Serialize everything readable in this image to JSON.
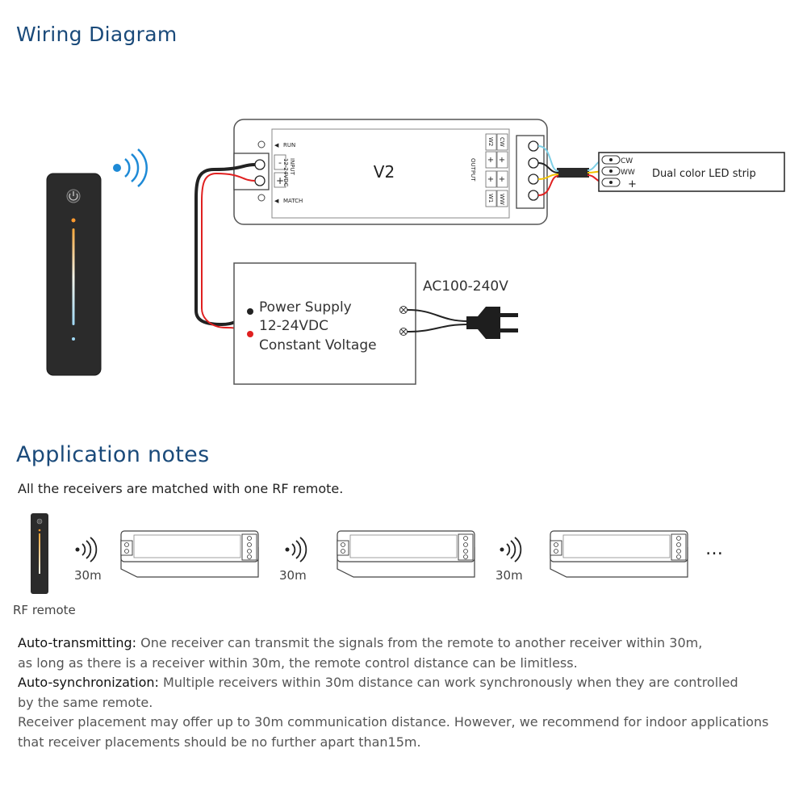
{
  "titles": {
    "wiring": "Wiring Diagram",
    "application": "Application notes"
  },
  "controller": {
    "model": "V2",
    "run": "RUN",
    "match": "MATCH",
    "input": "INPUT",
    "input_voltage": "12-24VDC",
    "minus": "-",
    "plus": "+",
    "output": "OUTPUT",
    "w2": "W2",
    "w1": "W1",
    "cw": "CW",
    "ww": "WW"
  },
  "led_strip": {
    "label": "Dual color LED strip",
    "cw": "CW",
    "ww": "WW",
    "plus": "+"
  },
  "power_supply": {
    "line1": "Power Supply",
    "line2": "12-24VDC",
    "line3": "Constant Voltage",
    "ac": "AC100-240V"
  },
  "application": {
    "matched": "All the receivers are matched with one RF remote.",
    "distance": "30m",
    "ellipsis": "…",
    "rf_remote": "RF remote"
  },
  "notes": {
    "auto_tx_lead": "Auto-transmitting:",
    "auto_tx_text": " One receiver can transmit the signals from the remote to another receiver within 30m,",
    "auto_tx_line2": "as long as there is a receiver within 30m, the remote control distance can be limitless.",
    "auto_sync_lead": "Auto-synchronization:",
    "auto_sync_text": " Multiple receivers within 30m distance can work synchronously when they are controlled",
    "auto_sync_line2": "by the same remote.",
    "placement_line1": "Receiver placement may offer up to 30m communication distance. However, we recommend for indoor applications",
    "placement_line2": "that receiver placements should be no further apart than15m."
  },
  "colors": {
    "title_blue": "#1a4a7a",
    "signal_blue": "#1e8ad6",
    "wire_red": "#e02020",
    "wire_yellow": "#f2c200",
    "wire_cyan": "#7fd0e6"
  }
}
